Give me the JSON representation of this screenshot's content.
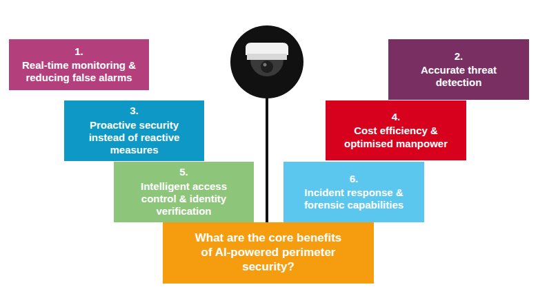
{
  "diagram": {
    "nodes": [
      {
        "text": [
          "1.",
          "Real-time monitoring & reducing false alarms"
        ]
      },
      {
        "text": [
          "2.",
          "Accurate threat detection"
        ]
      },
      {
        "text": [
          "3.",
          "Proactive security instead of reactive measures"
        ]
      },
      {
        "text": [
          "4.",
          "Cost efficiency & optimised manpower"
        ]
      },
      {
        "text": [
          "5.",
          "Intelligent access control & identity verification"
        ]
      },
      {
        "text": [
          "6.",
          "Incident response & forensic capabilities"
        ]
      },
      {
        "text": [
          "What are the core benefits of AI-powered perimeter security?"
        ]
      }
    ]
  }
}
